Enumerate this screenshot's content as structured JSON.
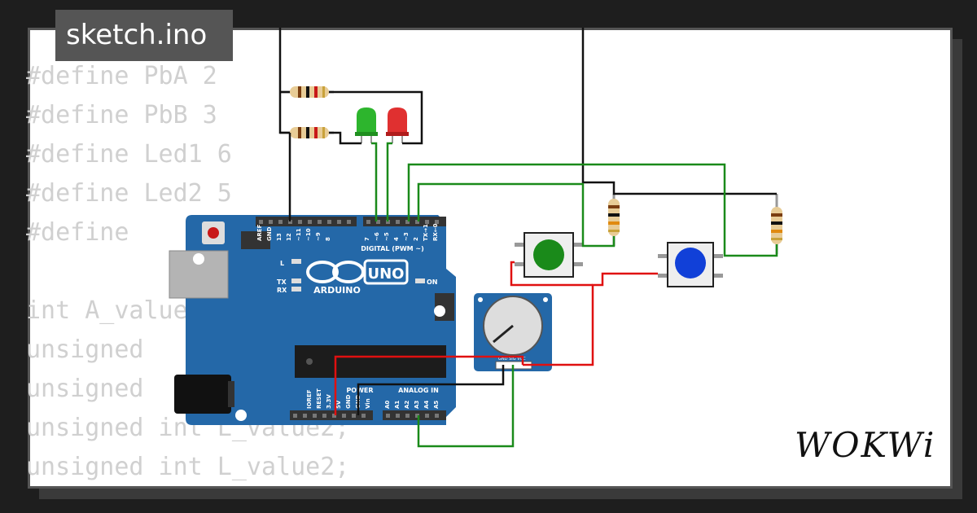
{
  "file": {
    "name": "sketch.ino"
  },
  "code": {
    "lines": [
      "#define PbA 2",
      "#define PbB 3",
      "#define Led1 6",
      "#define Led2 5",
      "#define",
      "",
      "int A_value;",
      "unsigned",
      "unsigned",
      "unsigned int L_value2;",
      "unsigned int L_value2;"
    ]
  },
  "board": {
    "model": "UNO",
    "brand": "ARDUINO",
    "digital_label": "DIGITAL (PWM ~)",
    "power_label": "POWER",
    "analog_label": "ANALOG IN",
    "on_label": "ON",
    "l_label": "L",
    "tx_label": "TX",
    "rx_label": "RX",
    "digital_pins": [
      "AREF",
      "GND",
      "13",
      "12",
      "~11",
      "~10",
      "~9",
      "8",
      "7",
      "~6",
      "~5",
      "4",
      "~3",
      "2",
      "TX→1",
      "RX←0"
    ],
    "power_pins": [
      "IOREF",
      "RESET",
      "3.3V",
      "5V",
      "GND",
      "GND",
      "Vin"
    ],
    "analog_pins": [
      "A0",
      "A1",
      "A2",
      "A3",
      "A4",
      "A5"
    ]
  },
  "potentiometer": {
    "pin_labels": "GND SIG VCC"
  },
  "branding": {
    "logo": "WOKWi"
  },
  "colors": {
    "board": "#2468a8",
    "wire_black": "#111111",
    "wire_green": "#1a8a1a",
    "wire_red": "#e01010",
    "led_green": "#2db52d",
    "led_red": "#e03030",
    "button_green": "#1a8a1a",
    "button_blue": "#1140d8"
  }
}
